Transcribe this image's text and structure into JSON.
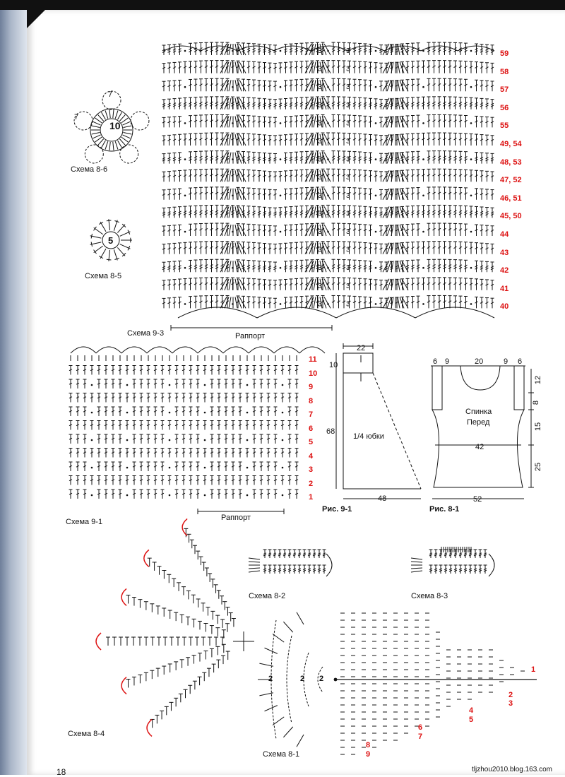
{
  "schemes": {
    "s86": {
      "label": "Схема 8-6",
      "center": "10",
      "petal_left": "7",
      "petal_top": "7"
    },
    "s85": {
      "label": "Схема 8-5",
      "center": "5"
    },
    "s93": {
      "label": "Схема 9-3",
      "rapport": "Раппорт",
      "rows": [
        "59",
        "58",
        "57",
        "56",
        "55",
        "49, 54",
        "48, 53",
        "47, 52",
        "46, 51",
        "45, 50",
        "44",
        "43",
        "42",
        "41",
        "40"
      ]
    },
    "s91": {
      "label": "Схема 9-1",
      "rapport": "Раппорт",
      "rows": [
        "11",
        "10",
        "9",
        "8",
        "7",
        "6",
        "5",
        "4",
        "3",
        "2",
        "1"
      ]
    },
    "s84": {
      "label": "Схема 8-4"
    },
    "s82": {
      "label": "Схема 8-2"
    },
    "s83": {
      "label": "Схема 8-3"
    },
    "s81": {
      "label": "Схема 8-1",
      "fan_nums": [
        "2",
        "2",
        "2"
      ],
      "rows": [
        "1",
        "2",
        "3",
        "4",
        "5",
        "6",
        "7",
        "8",
        "9"
      ]
    }
  },
  "fig91": {
    "label": "Рис. 9-1",
    "top": "22",
    "side": "10",
    "height": "68",
    "bottom": "48",
    "piece": "1/4 юбки"
  },
  "fig81": {
    "label": "Рис. 8-1",
    "widths": [
      "6",
      "9",
      "20",
      "9",
      "6"
    ],
    "heights": [
      "12",
      "8",
      "15",
      "25"
    ],
    "waist": "42",
    "bottom": "52",
    "piece_top": "Спинка",
    "piece_bottom": "Перед"
  },
  "footer": {
    "page_number": "18",
    "watermark": "tljzhou2010.blog.163.com"
  }
}
